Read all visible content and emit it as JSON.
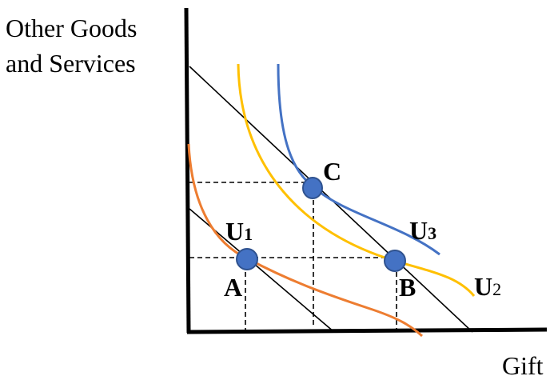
{
  "axes": {
    "y_label_line1": "Other Goods",
    "y_label_line2": "and Services",
    "x_label": "Gift"
  },
  "points": {
    "a": "A",
    "b": "B",
    "c": "C"
  },
  "curves": {
    "u1": {
      "letter": "U",
      "sub": "1",
      "color": "#ED7D31"
    },
    "u2": {
      "letter": "U",
      "sub": "2",
      "color": "#FFC000"
    },
    "u3": {
      "letter": "U",
      "sub": "3",
      "color": "#4472C4"
    }
  },
  "colors": {
    "point_fill": "#4472C4",
    "point_stroke": "#2F528F"
  }
}
